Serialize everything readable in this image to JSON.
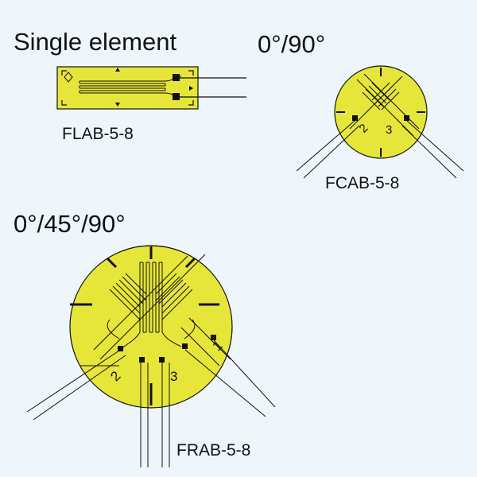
{
  "headings": {
    "single": "Single element",
    "biaxial": "0°/90°",
    "rosette": "0°/45°/90°"
  },
  "gauges": {
    "single": {
      "model": "FLAB-5-8"
    },
    "biaxial": {
      "model": "FCAB-5-8",
      "grid_numbers": [
        "2",
        "3"
      ]
    },
    "rosette": {
      "model": "FRAB-5-8",
      "grid_numbers": [
        "1",
        "2",
        "3"
      ]
    }
  },
  "colors": {
    "background": "#eef6fc",
    "gauge_fill": "#e6e63a",
    "line": "#111111"
  }
}
